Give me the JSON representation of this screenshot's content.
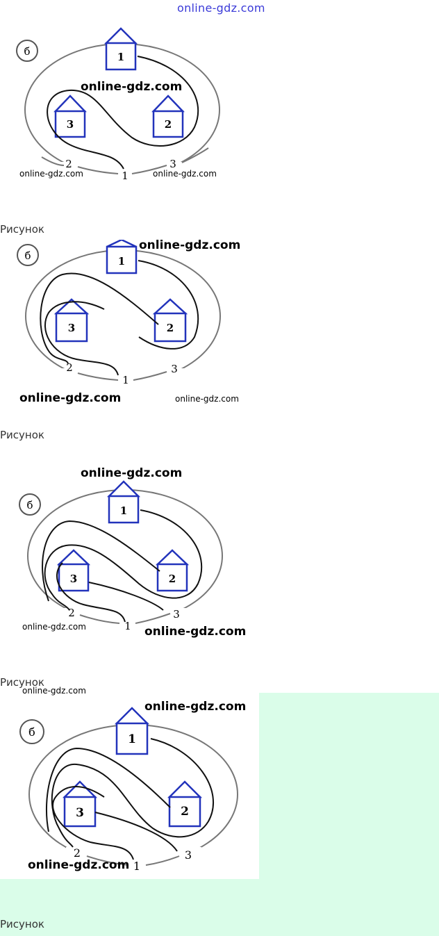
{
  "header": {
    "site_link": "online-gdz.com"
  },
  "figures": [
    {
      "circle_label": "б",
      "houses": [
        "1",
        "2",
        "3"
      ],
      "gates": [
        "2",
        "1",
        "3"
      ],
      "caption": "Рисунок",
      "watermarks": [
        "online-gdz.com",
        "online-gdz.com",
        "online-gdz.com"
      ]
    },
    {
      "circle_label": "б",
      "houses": [
        "1",
        "2",
        "3"
      ],
      "gates": [
        "2",
        "1",
        "3"
      ],
      "caption": "Рисунок",
      "watermarks": [
        "online-gdz.com",
        "online-gdz.com",
        "online-gdz.com"
      ]
    },
    {
      "circle_label": "б",
      "houses": [
        "1",
        "2",
        "3"
      ],
      "gates": [
        "2",
        "1",
        "3"
      ],
      "caption": "Рисунок",
      "watermarks": [
        "online-gdz.com",
        "online-gdz.com",
        "online-gdz.com"
      ]
    },
    {
      "circle_label": "б",
      "houses": [
        "1",
        "2",
        "3"
      ],
      "gates": [
        "2",
        "1",
        "3"
      ],
      "caption": "Рисунок",
      "watermarks": [
        "online-gdz.com",
        "online-gdz.com",
        "online-gdz.com"
      ]
    }
  ],
  "colors": {
    "house": "#2233bb",
    "background_accent": "#dafde9",
    "link": "#3a3ad8"
  }
}
